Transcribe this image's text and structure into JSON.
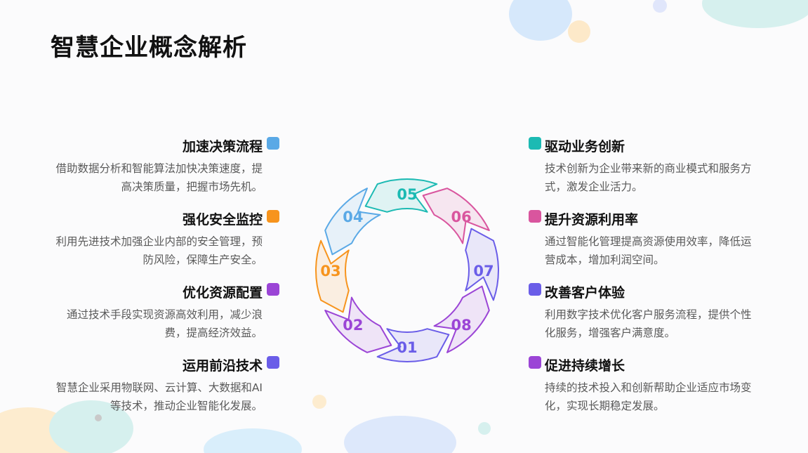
{
  "title": "智慧企业概念解析",
  "items": [
    {
      "num": "01",
      "title": "运用前沿技术",
      "desc": "智慧企业采用物联网、云计算、大数据和AI等技术，推动企业智能化发展。",
      "color": "#6a5de8"
    },
    {
      "num": "02",
      "title": "优化资源配置",
      "desc": "通过技术手段实现资源高效利用，减少浪费，提高经济效益。",
      "color": "#9b45d6"
    },
    {
      "num": "03",
      "title": "强化安全监控",
      "desc": "利用先进技术加强企业内部的安全管理，预防风险，保障生产安全。",
      "color": "#f7941d"
    },
    {
      "num": "04",
      "title": "加速决策流程",
      "desc": "借助数据分析和智能算法加快决策速度，提高决策质量，把握市场先机。",
      "color": "#5aa9e6"
    },
    {
      "num": "05",
      "title": "驱动业务创新",
      "desc": "技术创新为企业带来新的商业模式和服务方式，激发企业活力。",
      "color": "#1cbab3"
    },
    {
      "num": "06",
      "title": "提升资源利用率",
      "desc": "通过智能化管理提高资源使用效率，降低运营成本，增加利润空间。",
      "color": "#d9559e"
    },
    {
      "num": "07",
      "title": "改善客户体验",
      "desc": "利用数字技术优化客户服务流程，提供个性化服务，增强客户满意度。",
      "color": "#6a5de8"
    },
    {
      "num": "08",
      "title": "促进持续增长",
      "desc": "持续的技术投入和创新帮助企业适应市场变化，实现长期稳定发展。",
      "color": "#9b45d6"
    }
  ]
}
